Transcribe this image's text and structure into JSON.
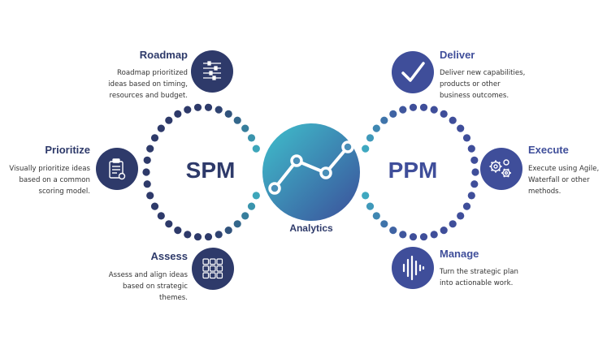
{
  "colors": {
    "navy": "#2e3a6a",
    "blue": "#3f4e9a",
    "teal": "#3fb6c6",
    "text": "#333333"
  },
  "center": {
    "label": "Analytics",
    "icon": "line-chart-icon"
  },
  "spm": {
    "label": "SPM",
    "nodes": [
      {
        "title": "Roadmap",
        "desc": [
          "Roadmap prioritized",
          "ideas based on timing,",
          "resources and budget."
        ],
        "icon": "sliders-icon"
      },
      {
        "title": "Prioritize",
        "desc": [
          "Visually prioritize ideas",
          "based on a common",
          "scoring model."
        ],
        "icon": "clipboard-icon"
      },
      {
        "title": "Assess",
        "desc": [
          "Assess and align ideas",
          "based on strategic",
          "themes."
        ],
        "icon": "grid-icon"
      }
    ]
  },
  "ppm": {
    "label": "PPM",
    "nodes": [
      {
        "title": "Deliver",
        "desc": [
          "Deliver new capabilities,",
          "products or other",
          "business outcomes."
        ],
        "icon": "checkmark-icon"
      },
      {
        "title": "Execute",
        "desc": [
          "Execute using Agile,",
          "Waterfall or other",
          "methods."
        ],
        "icon": "gears-icon"
      },
      {
        "title": "Manage",
        "desc": [
          "Turn the strategic plan",
          "into actionable work."
        ],
        "icon": "waveform-icon"
      }
    ]
  }
}
